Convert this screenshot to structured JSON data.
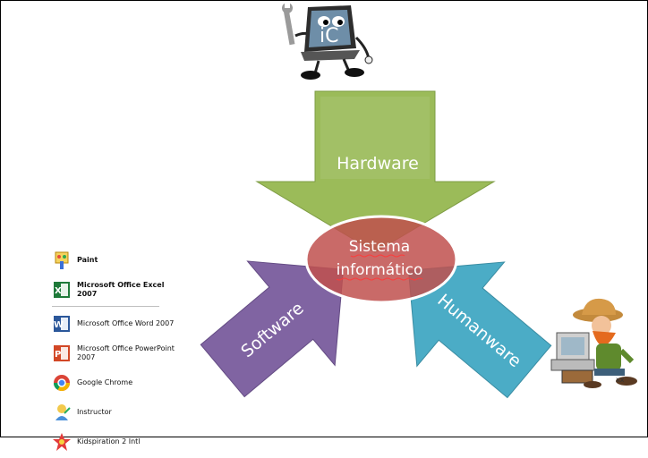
{
  "diagram": {
    "center": {
      "line1": "Sistema",
      "line2": "informático"
    },
    "arrows": {
      "hardware": "Hardware",
      "software": "Software",
      "humanware": "Humanware"
    },
    "colors": {
      "hardware": "#9bbb59",
      "software": "#8064a2",
      "humanware": "#4bacc6",
      "center": "#c0504d"
    }
  },
  "menu": {
    "items": [
      {
        "label": "Paint",
        "icon": "paint-icon",
        "bold": true
      },
      {
        "label": "Microsoft Office Excel 2007",
        "icon": "excel-icon",
        "bold": true
      },
      {
        "label": "Microsoft Office Word 2007",
        "icon": "word-icon",
        "bold": false
      },
      {
        "label": "Microsoft Office PowerPoint 2007",
        "icon": "powerpoint-icon",
        "bold": false
      },
      {
        "label": "Google Chrome",
        "icon": "chrome-icon",
        "bold": false
      },
      {
        "label": "Instructor",
        "icon": "instructor-icon",
        "bold": false
      },
      {
        "label": "Kidspiration 2 Intl",
        "icon": "kidspiration-icon",
        "bold": false
      }
    ]
  },
  "illustrations": {
    "computer": "computer-mascot-icon",
    "person": "person-at-computer-icon"
  }
}
